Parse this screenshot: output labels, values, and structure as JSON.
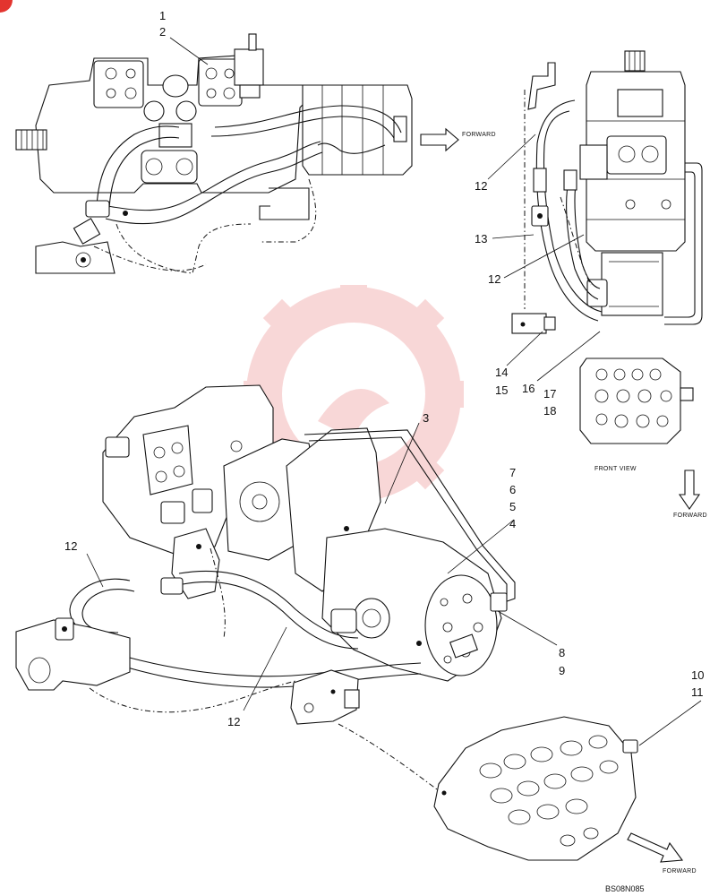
{
  "diagram": {
    "drawing_code": "BS08N085",
    "labels": {
      "forward_top": "FORWARD",
      "forward_right": "FORWARD",
      "forward_bottom": "FORWARD",
      "front_view": "FRONT VIEW"
    },
    "callouts": {
      "c1": "1",
      "c2": "2",
      "c3": "3",
      "c4": "4",
      "c5": "5",
      "c6": "6",
      "c7": "7",
      "c8": "8",
      "c9": "9",
      "c10": "10",
      "c11": "11",
      "c12a": "12",
      "c12b": "12",
      "c12c": "12",
      "c12d": "12",
      "c13": "13",
      "c14": "14",
      "c15": "15",
      "c16": "16",
      "c17": "17",
      "c18": "18"
    },
    "colors": {
      "line": "#111111",
      "watermark": "#f3b8b8",
      "corner_mark": "#e3342f"
    }
  }
}
